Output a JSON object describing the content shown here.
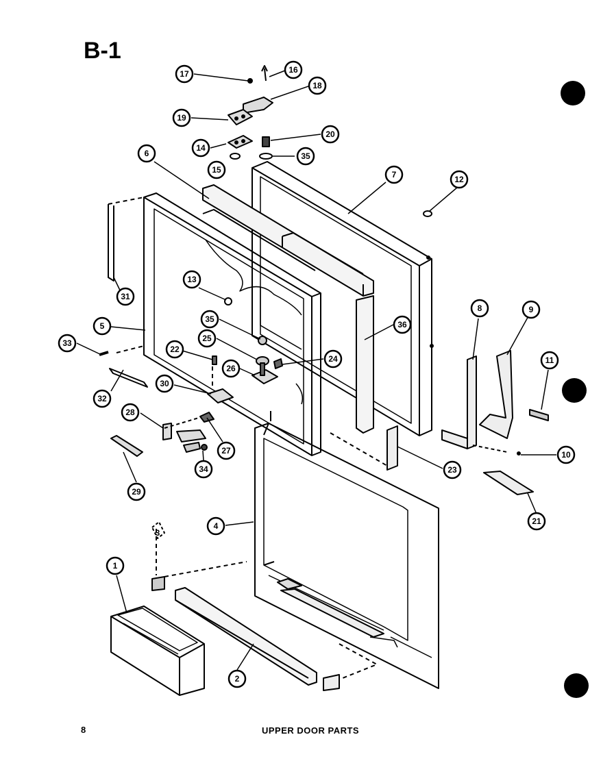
{
  "header": {
    "title": "B-1"
  },
  "footer": {
    "page_number": "8",
    "caption": "UPPER DOOR PARTS"
  },
  "callouts": [
    {
      "id": "c17",
      "label": "17"
    },
    {
      "id": "c16",
      "label": "16"
    },
    {
      "id": "c18",
      "label": "18"
    },
    {
      "id": "c19",
      "label": "19"
    },
    {
      "id": "c20",
      "label": "20"
    },
    {
      "id": "c14",
      "label": "14"
    },
    {
      "id": "c15",
      "label": "15"
    },
    {
      "id": "c35a",
      "label": "35"
    },
    {
      "id": "c6",
      "label": "6"
    },
    {
      "id": "c7",
      "label": "7"
    },
    {
      "id": "c12",
      "label": "12"
    },
    {
      "id": "c13",
      "label": "13"
    },
    {
      "id": "c31",
      "label": "31"
    },
    {
      "id": "c5",
      "label": "5"
    },
    {
      "id": "c35b",
      "label": "35"
    },
    {
      "id": "c36",
      "label": "36"
    },
    {
      "id": "c25",
      "label": "25"
    },
    {
      "id": "c33",
      "label": "33"
    },
    {
      "id": "c22",
      "label": "22"
    },
    {
      "id": "c24",
      "label": "24"
    },
    {
      "id": "c26",
      "label": "26"
    },
    {
      "id": "c8",
      "label": "8"
    },
    {
      "id": "c9",
      "label": "9"
    },
    {
      "id": "c32",
      "label": "32"
    },
    {
      "id": "c30",
      "label": "30"
    },
    {
      "id": "c11",
      "label": "11"
    },
    {
      "id": "c28a",
      "label": "28"
    },
    {
      "id": "c27",
      "label": "27"
    },
    {
      "id": "c10",
      "label": "10"
    },
    {
      "id": "c23",
      "label": "23"
    },
    {
      "id": "c34",
      "label": "34"
    },
    {
      "id": "c29",
      "label": "29"
    },
    {
      "id": "c21",
      "label": "21"
    },
    {
      "id": "c4",
      "label": "4"
    },
    {
      "id": "c3",
      "label": "3"
    },
    {
      "id": "c1",
      "label": "1"
    },
    {
      "id": "c2",
      "label": "2"
    }
  ]
}
